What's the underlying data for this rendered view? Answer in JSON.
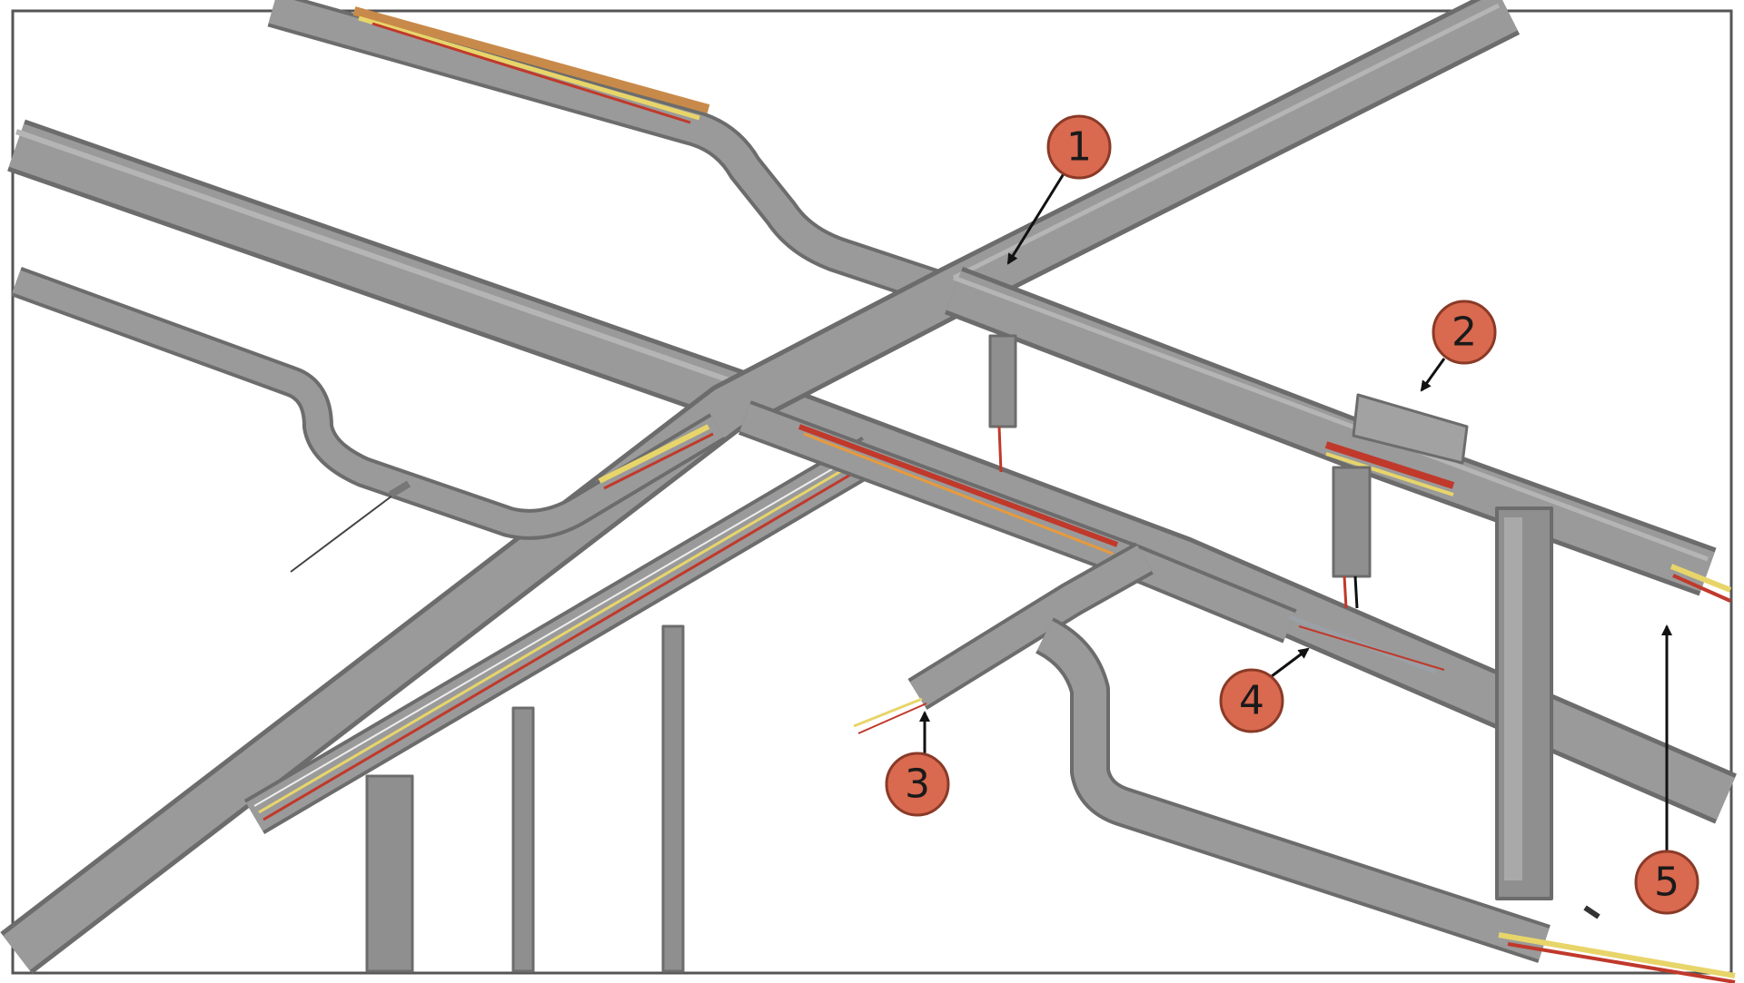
{
  "colors": {
    "frame": "#555555",
    "tray": "#8f8f8f",
    "tray_light": "#a9a9a9",
    "tray_dark": "#6c6c6c",
    "cable_yellow": "#e8d56a",
    "cable_red": "#c0392b",
    "cable_orange": "#d9843c",
    "callout_fill": "#d9694f",
    "callout_stroke": "#8a3a27",
    "arrow": "#111111"
  },
  "callouts": [
    {
      "id": "callout-1",
      "label": "1",
      "points_to": "cross-junction"
    },
    {
      "id": "callout-2",
      "label": "2",
      "points_to": "tray-cover-fitting"
    },
    {
      "id": "callout-3",
      "label": "3",
      "points_to": "tray-end-cables"
    },
    {
      "id": "callout-4",
      "label": "4",
      "points_to": "cable-branch-exit"
    },
    {
      "id": "callout-5",
      "label": "5",
      "points_to": "vertical-riser"
    }
  ]
}
